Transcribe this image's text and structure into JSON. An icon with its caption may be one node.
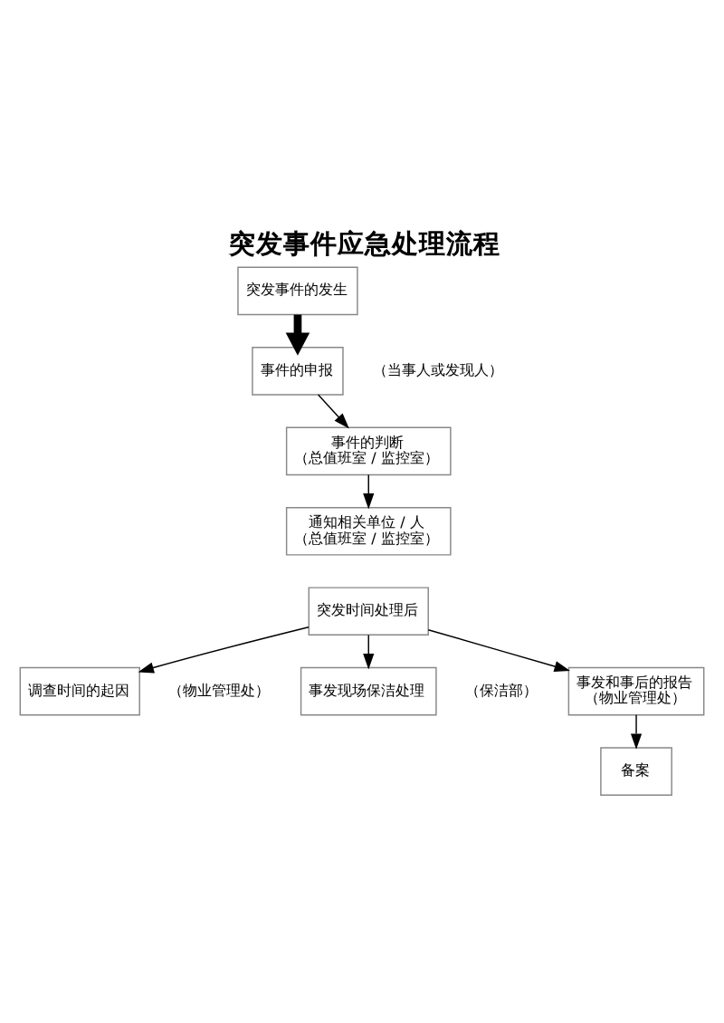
{
  "diagram": {
    "title": "突发事件应急处理流程",
    "nodes": [
      {
        "text": [
          "突发事件的发生"
        ]
      },
      {
        "text": [
          "事件的申报"
        ],
        "beside": [
          "（当事人或发现人）"
        ]
      },
      {
        "text": [
          "事件的判断",
          "（总值班室 / 监控室）"
        ]
      },
      {
        "text": [
          "通知相关单位 / 人",
          "（总值班室 / 监控室）"
        ]
      },
      {
        "text": [
          "突发时间处理后"
        ]
      },
      {
        "text": [
          "调查时间的起因"
        ],
        "beside": [
          "（物业管理处）"
        ]
      },
      {
        "text": [
          "事发现场保洁处理"
        ],
        "beside": [
          "（保洁部）"
        ]
      },
      {
        "text": [
          "事发和事后的报告",
          "（物业管理处）"
        ]
      },
      {
        "text": [
          "备案"
        ]
      }
    ],
    "edges": [
      {
        "from": 0,
        "to": 1,
        "arrow": "to",
        "style": "thick"
      },
      {
        "from": 1,
        "to": 2,
        "arrow": "to"
      },
      {
        "from": 2,
        "to": 3,
        "arrow": "to"
      },
      {
        "from": 4,
        "to": 5,
        "arrow": "to"
      },
      {
        "from": 4,
        "to": 6,
        "arrow": "to"
      },
      {
        "from": 4,
        "to": 7,
        "arrow": "to"
      },
      {
        "from": 7,
        "to": 8,
        "arrow": "to"
      }
    ]
  }
}
